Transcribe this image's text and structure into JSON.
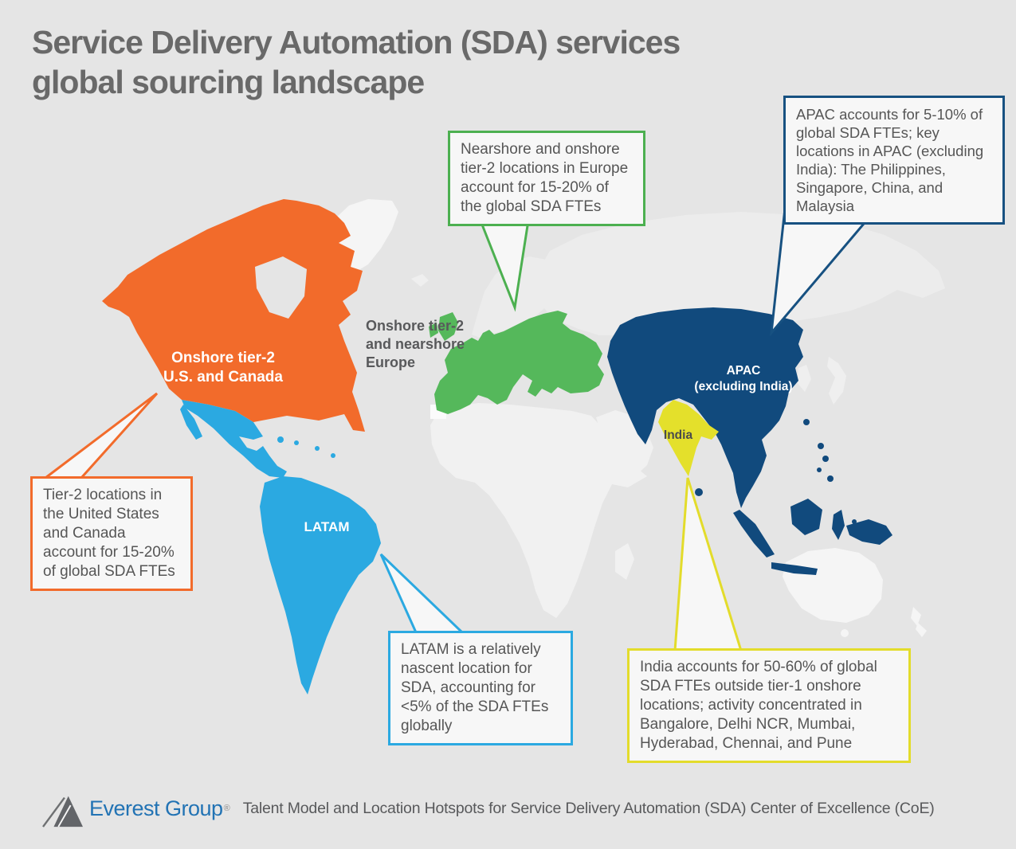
{
  "title": {
    "line1": "Service Delivery Automation (SDA) services",
    "line2": "global sourcing landscape"
  },
  "map": {
    "region_labels": {
      "north_america": "Onshore tier-2\nU.S. and Canada",
      "europe": "Onshore tier-2\nand nearshore\nEurope",
      "latam": "LATAM",
      "apac": "APAC\n(excluding India)",
      "india": "India"
    },
    "region_colors": {
      "north_america": "#F26B2B",
      "latam": "#2BA9E1",
      "europe": "#55B85B",
      "apac": "#114A7D",
      "india": "#E4E02B",
      "other_land": "#F1F1F1",
      "ocean": "#E5E5E5"
    }
  },
  "callouts": {
    "europe": "Nearshore and onshore tier-2 locations in Europe account for 15-20% of the global SDA FTEs",
    "apac": "APAC accounts for 5-10% of global SDA FTEs; key locations in APAC (excluding India): The Philippines, Singapore, China, and Malaysia",
    "us_canada": "Tier-2 locations in the United States and Canada account for 15-20% of global SDA FTEs",
    "latam": "LATAM is a relatively nascent location for SDA, accounting for <5% of the SDA FTEs globally",
    "india": "India accounts for 50-60% of global SDA FTEs outside tier-1 onshore locations; activity concentrated in Bangalore, Delhi NCR, Mumbai, Hyderabad, Chennai, and Pune"
  },
  "footer": {
    "brand": "Everest Group",
    "registered": "®",
    "caption": "Talent Model and Location Hotspots for Service Delivery Automation (SDA) Center of Excellence (CoE)"
  },
  "colors": {
    "title_text": "#696969",
    "body_text": "#565656",
    "logo_blue": "#2273B4",
    "callout_green": "#4CB050",
    "callout_navy": "#175181",
    "callout_orange": "#F26B2B",
    "callout_blue": "#2BA9E1",
    "callout_yellow": "#E3DC2B",
    "background": "#E5E5E5"
  }
}
